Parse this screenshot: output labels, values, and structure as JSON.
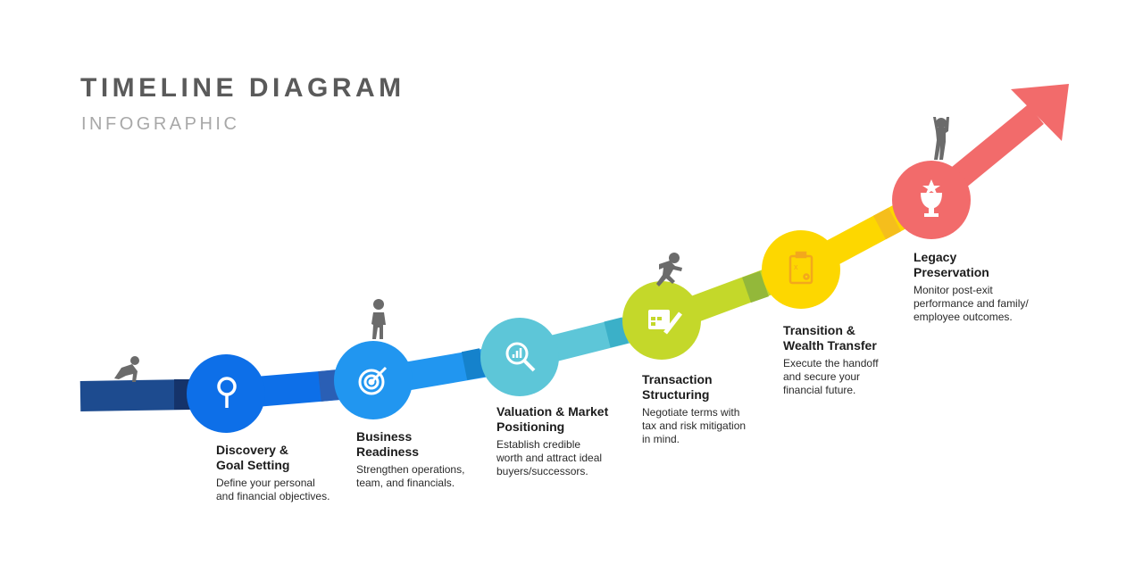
{
  "header": {
    "title": "TIMELINE DIAGRAM",
    "subtitle": "INFOGRAPHIC"
  },
  "steps": [
    {
      "title_l1": "Discovery &",
      "title_l2": "Goal Setting",
      "desc_l1": "Define your personal",
      "desc_l2": "and financial objectives.",
      "desc_l3": "",
      "icon": "magnifier-icon",
      "color": "#0d6fe8"
    },
    {
      "title_l1": "Business",
      "title_l2": "Readiness",
      "desc_l1": "Strengthen operations,",
      "desc_l2": "team, and financials.",
      "desc_l3": "",
      "icon": "target-icon",
      "color": "#2196f0"
    },
    {
      "title_l1": "Valuation & Market",
      "title_l2": "Positioning",
      "desc_l1": "Establish credible",
      "desc_l2": "worth and attract ideal",
      "desc_l3": "buyers/successors.",
      "icon": "chart-search-icon",
      "color": "#5dc6d8"
    },
    {
      "title_l1": "Transaction",
      "title_l2": "Structuring",
      "desc_l1": "Negotiate terms with",
      "desc_l2": "tax and risk mitigation",
      "desc_l3": "in mind.",
      "icon": "calendar-pencil-icon",
      "color": "#c4d82a"
    },
    {
      "title_l1": "Transition &",
      "title_l2": "Wealth Transfer",
      "desc_l1": "Execute the handoff",
      "desc_l2": "and secure your",
      "desc_l3": "financial future.",
      "icon": "strategy-clipboard-icon",
      "color": "#fdd700"
    },
    {
      "title_l1": "Legacy",
      "title_l2": "Preservation",
      "desc_l1": "Monitor post-exit",
      "desc_l2": "performance and family/",
      "desc_l3": "employee outcomes.",
      "icon": "trophy-icon",
      "color": "#f26b6b"
    }
  ]
}
